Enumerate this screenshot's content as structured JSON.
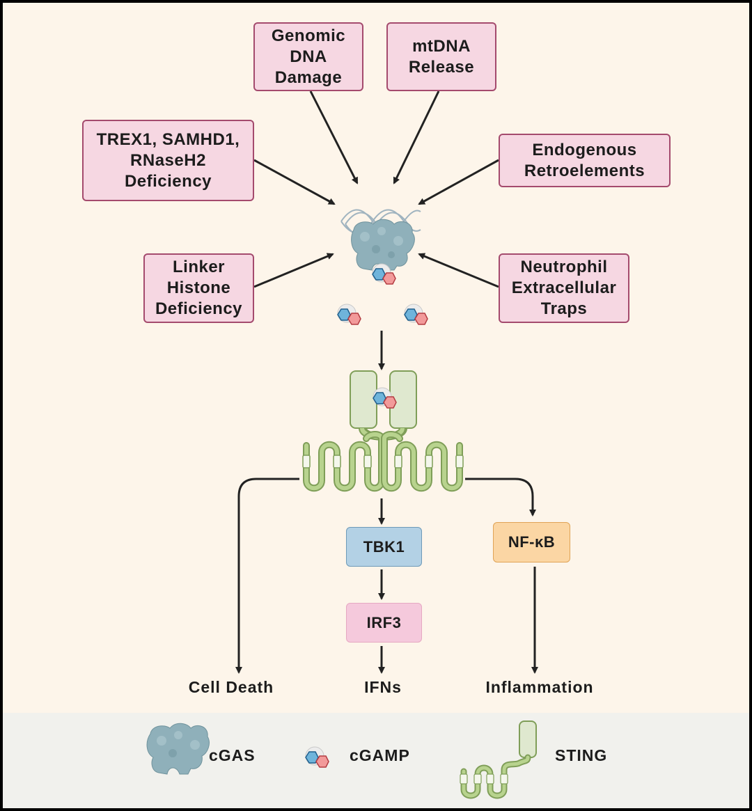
{
  "triggers": {
    "genomic": "Genomic\nDNA\nDamage",
    "mtdna": "mtDNA\nRelease",
    "trex1": "TREX1, SAMHD1,\nRNaseH2\nDeficiency",
    "retro": "Endogenous\nRetroelements",
    "linker": "Linker\nHistone\nDeficiency",
    "nets": "Neutrophil\nExtracellular\nTraps"
  },
  "pathway": {
    "tbk1": "TBK1",
    "irf3": "IRF3",
    "nfkb": "NF-κB"
  },
  "outcomes": {
    "cell_death": "Cell Death",
    "ifns": "IFNs",
    "inflammation": "Inflammation"
  },
  "legend": {
    "cgas": "cGAS",
    "cgamp": "cGAMP",
    "sting": "STING"
  },
  "colors": {
    "background": "#fdf5ea",
    "legend_band": "#f1f1ed",
    "trigger_fill": "#f6d7e2",
    "trigger_border": "#a44a6d",
    "cgas": "#8fb0ba",
    "sting_fill": "#b8d38e",
    "sting_stroke": "#7f9e58",
    "cgamp_blue": "#6fb4db",
    "cgamp_red": "#f29a9a",
    "tbk1": "#b3d1e5",
    "irf3": "#f5c9dc",
    "nfkb": "#fbd6a4"
  }
}
